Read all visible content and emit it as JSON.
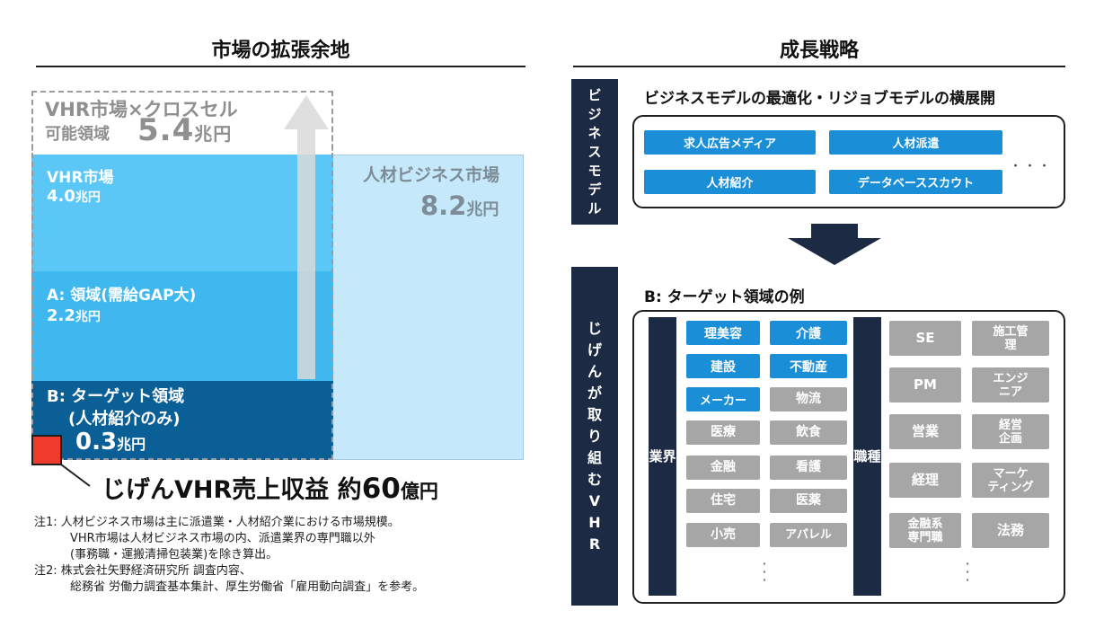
{
  "left": {
    "title": "市場の拡張余地",
    "crosssell": {
      "title": "VHR市場×クロスセル",
      "subtitle": "可能領域",
      "value": "5.4",
      "unit": "兆円"
    },
    "hr_market": {
      "label": "人材ビジネス市場",
      "value": "8.2",
      "unit": "兆円"
    },
    "vhr_market": {
      "label": "VHR市場",
      "value": "4.0",
      "unit": "兆円"
    },
    "area_a": {
      "label": "A: 領域(需給GAP大)",
      "value": "2.2",
      "unit": "兆円"
    },
    "area_b": {
      "label1": "B: ターゲット領域",
      "label2": "(人材紹介のみ)",
      "value": "0.3",
      "unit": "兆円"
    },
    "revenue": {
      "text": "じげんVHR売上収益 約",
      "value": "60",
      "unit": "億円"
    },
    "notes": [
      "注1: 人材ビジネス市場は主に派遣業・人材紹介業における市場規模。",
      "VHR市場は人材ビジネス市場の内、派遣業界の専門職以外",
      "(事務職・運搬清掃包装業)を除き算出。",
      "注2: 株式会社矢野経済研究所 調査内容、",
      "総務省 労働力調査基本集計、厚生労働省「雇用動向調査」を参考。"
    ]
  },
  "right": {
    "title": "成長戦略",
    "business_model": {
      "tab": [
        "ビ",
        "ジ",
        "ネ",
        "ス",
        "モ",
        "デ",
        "ル"
      ],
      "heading": "ビジネスモデルの最適化・リジョブモデルの横展開",
      "pills": [
        "求人広告メディア",
        "人材派遣",
        "人材紹介",
        "データベーススカウト"
      ],
      "ellipsis": "・・・"
    },
    "target": {
      "tab": [
        "じ",
        "げ",
        "ん",
        "が",
        "取",
        "り",
        "組",
        "む",
        "V",
        "H",
        "R"
      ],
      "heading": "B: ターゲット領域の例",
      "industry_label": [
        "業",
        "界"
      ],
      "industry_blue": [
        "理美容",
        "介護",
        "建設",
        "不動産",
        "メーカー"
      ],
      "industry_gray": [
        "物流",
        "医療",
        "飲食",
        "金融",
        "看護",
        "住宅",
        "医薬",
        "小売",
        "アパレル"
      ],
      "job_label": [
        "職",
        "種"
      ],
      "jobs": [
        [
          "SE"
        ],
        [
          "施工管",
          "理"
        ],
        [
          "PM"
        ],
        [
          "エンジ",
          "ニア"
        ],
        [
          "営業"
        ],
        [
          "経営",
          "企画"
        ],
        [
          "経理"
        ],
        [
          "マーケ",
          "ティング"
        ],
        [
          "金融系",
          "専門職"
        ],
        [
          "法務"
        ]
      ]
    }
  },
  "colors": {
    "hr_market": "#c6e8fb",
    "vhr_market": "#5bc7f6",
    "area_a": "#1aa8ea",
    "area_b": "#0a5f97",
    "revenue": "#ef3b2c",
    "navy": "#1c2a44",
    "pill_blue": "#1a8fd8",
    "pill_gray": "#a6a6a6"
  }
}
